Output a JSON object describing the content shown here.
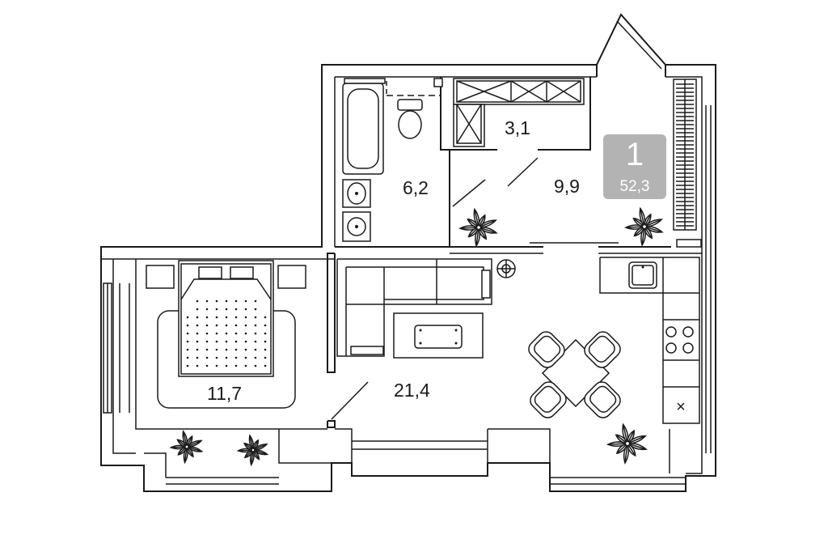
{
  "plan": {
    "badge": {
      "room_count": "1",
      "total_area": "52,3",
      "color": "#b3b3b3"
    },
    "rooms": [
      {
        "id": "bathroom",
        "area": "6,2"
      },
      {
        "id": "closet",
        "area": "3,1"
      },
      {
        "id": "hallway",
        "area": "9,9"
      },
      {
        "id": "bedroom",
        "area": "11,7"
      },
      {
        "id": "living-kitchen",
        "area": "21,4"
      }
    ],
    "stove_mark": "×"
  }
}
